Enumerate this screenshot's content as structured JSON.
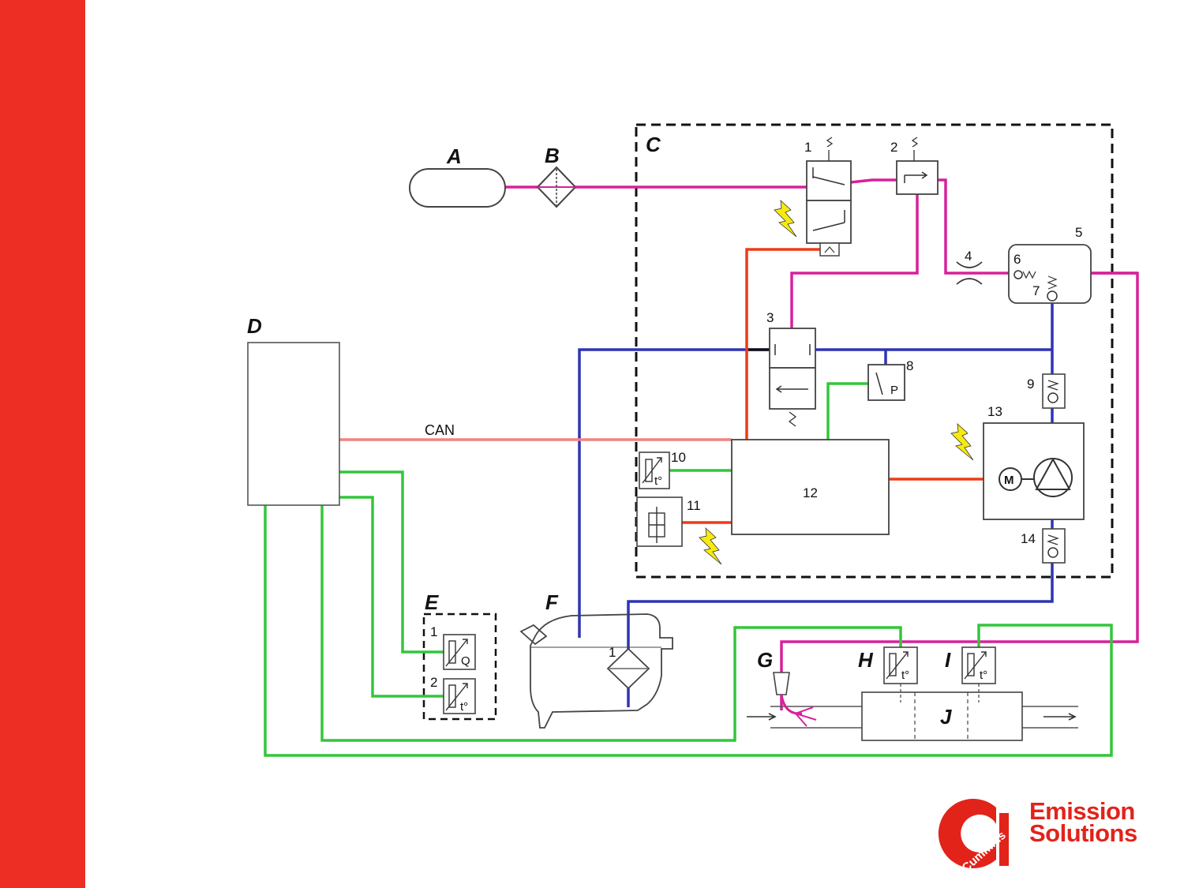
{
  "labels": {
    "A": "A",
    "B": "B",
    "C": "C",
    "D": "D",
    "E": "E",
    "F": "F",
    "G": "G",
    "H": "H",
    "I": "I",
    "J": "J",
    "can": "CAN"
  },
  "components": {
    "c1": "1",
    "c2": "2",
    "c3": "3",
    "c4": "4",
    "c5": "5",
    "c6": "6",
    "c7": "7",
    "c8": "8",
    "c9": "9",
    "c10": "10",
    "c11": "11",
    "c12": "12",
    "c13": "13",
    "c14": "14",
    "e1": "1",
    "e2": "2",
    "f1": "1"
  },
  "symbols": {
    "pressure": "P",
    "motor": "M",
    "flow": "Q",
    "temp": "t°"
  },
  "brand": {
    "logo_text": "Cummins",
    "line1": "Emission",
    "line2": "Solutions"
  },
  "colors": {
    "sidebar": "#ec2e24",
    "air_line": "#d6229a",
    "fluid_line": "#2f34b4",
    "sensor_wire": "#33c63c",
    "power_wire": "#ee3a16",
    "can_bus": "#f08282",
    "lightning": "#f6ea10"
  }
}
